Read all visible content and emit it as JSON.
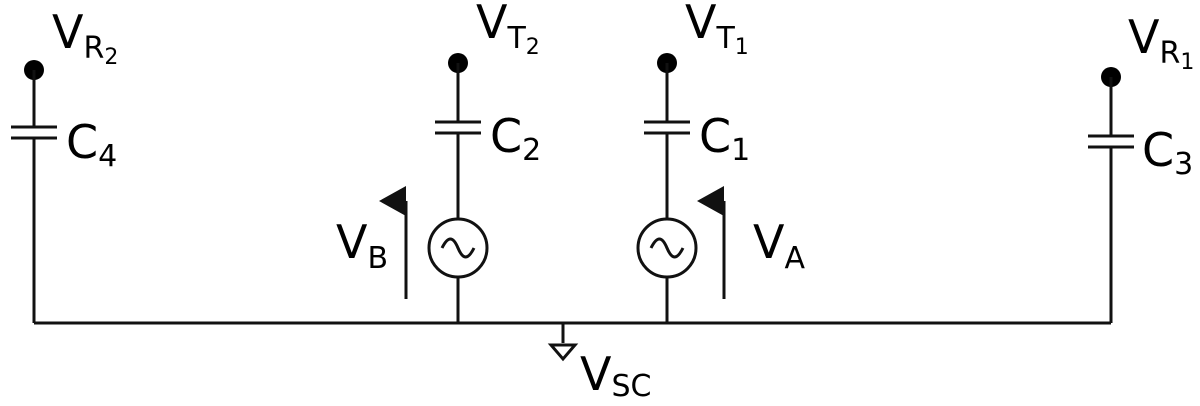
{
  "colors": {
    "stroke": "#111111",
    "background": "#ffffff"
  },
  "terminals": {
    "vr2": {
      "main": "V",
      "sub": "R",
      "subsub": "2"
    },
    "vt2": {
      "main": "V",
      "sub": "T",
      "subsub": "2"
    },
    "vt1": {
      "main": "V",
      "sub": "T",
      "subsub": "1"
    },
    "vr1": {
      "main": "V",
      "sub": "R",
      "subsub": "1"
    }
  },
  "capacitors": {
    "c4": {
      "main": "C",
      "sub": "4"
    },
    "c2": {
      "main": "C",
      "sub": "2"
    },
    "c1": {
      "main": "C",
      "sub": "1"
    },
    "c3": {
      "main": "C",
      "sub": "3"
    }
  },
  "sources": {
    "vb": {
      "main": "V",
      "sub": "B"
    },
    "va": {
      "main": "V",
      "sub": "A"
    }
  },
  "ground": {
    "main": "V",
    "sub": "SC"
  },
  "icons": [
    "terminal-node-icon",
    "capacitor-icon",
    "ac-source-icon",
    "arrow-up-icon",
    "ground-icon"
  ]
}
